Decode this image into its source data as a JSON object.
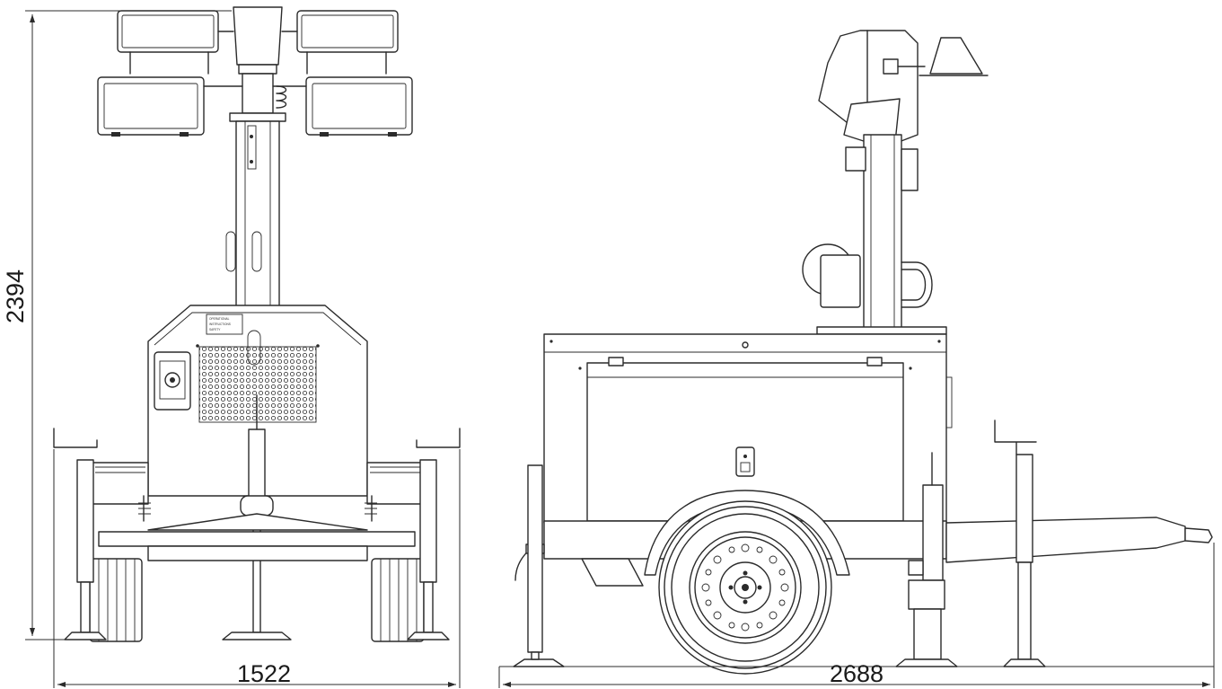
{
  "dimensions": {
    "height": "2394",
    "front_width": "1522",
    "side_length": "2688"
  }
}
